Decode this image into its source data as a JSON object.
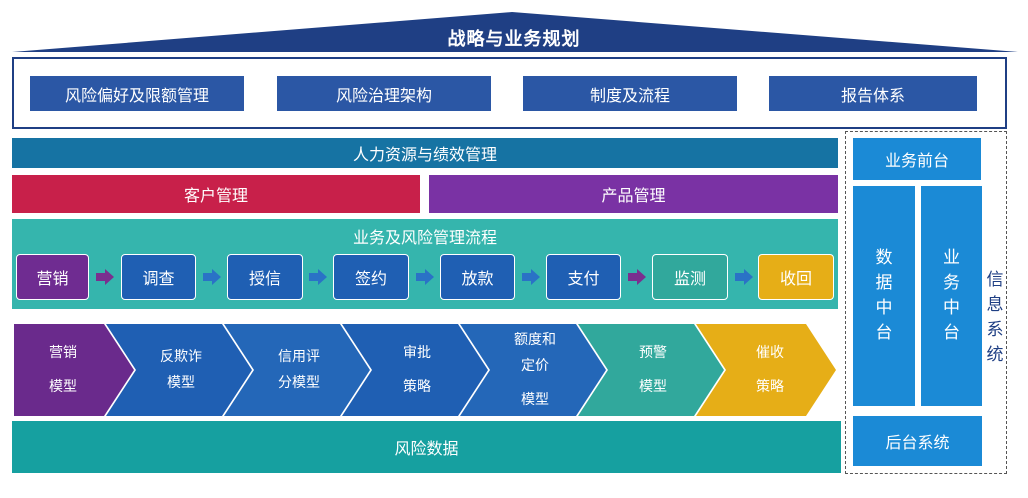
{
  "header": {
    "title": "战略与业务规划"
  },
  "governance": [
    "风险偏好及限额管理",
    "风险治理架构",
    "制度及流程",
    "报告体系"
  ],
  "hr_bar": "人力资源与绩效管理",
  "customer_mgmt": "客户管理",
  "product_mgmt": "产品管理",
  "process_title": "业务及风险管理流程",
  "process_steps": [
    "营销",
    "调查",
    "授信",
    "签约",
    "放款",
    "支付",
    "监测",
    "收回"
  ],
  "models": [
    [
      "营销",
      "模型"
    ],
    [
      "反欺诈",
      "模型"
    ],
    [
      "信用评",
      "分模型"
    ],
    [
      "审批",
      "策略"
    ],
    [
      "额度和",
      "定价",
      "模型"
    ],
    [
      "预警",
      "模型"
    ],
    [
      "催收",
      "策略"
    ]
  ],
  "risk_data": "风险数据",
  "side": {
    "front": "业务前台",
    "data_middle": [
      "数",
      "据",
      "中",
      "台"
    ],
    "biz_middle": [
      "业",
      "务",
      "中",
      "台"
    ],
    "back": "后台系统",
    "info": [
      "信",
      "息",
      "系",
      "统"
    ]
  },
  "colors": {
    "navy": "#1f3f84",
    "gov_btn": "#2b57a5",
    "hr_teal": "#1673a3",
    "customer_red": "#c8204a",
    "product_purple": "#7a32a4",
    "process_teal": "#35b5ad",
    "step_blue": "#1f5fb3",
    "step_purple": "#6f2c91",
    "step_green": "#31a89c",
    "step_gold": "#e6ae17",
    "risk_teal": "#16a0a0",
    "side_blue": "#1b8ad6"
  }
}
